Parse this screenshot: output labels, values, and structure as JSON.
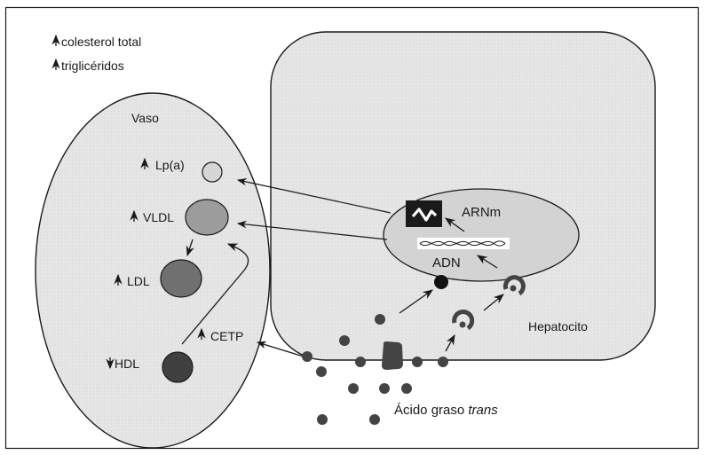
{
  "legend": {
    "items": [
      {
        "arrow": "up",
        "label": "colesterol total"
      },
      {
        "arrow": "up",
        "label": "triglicéridos"
      }
    ]
  },
  "vessel": {
    "title": "Vaso",
    "lipoproteins": [
      {
        "arrow": "up",
        "label": "Lp(a)"
      },
      {
        "arrow": "up",
        "label": "VLDL"
      },
      {
        "arrow": "up",
        "label": "LDL"
      },
      {
        "arrow": "down",
        "label": "HDL"
      }
    ],
    "cetp": {
      "arrow": "up",
      "label": "CETP"
    }
  },
  "hepatocyte": {
    "title": "Hepatocito",
    "nucleus": {
      "mrna_label": "ARNm",
      "dna_label": "ADN"
    }
  },
  "fatty_acid": {
    "label_prefix": "Ácido graso ",
    "label_italic": "trans"
  },
  "colors": {
    "cell_fill": "#e3e3e3",
    "nucleus_fill": "#d2d2d2",
    "lpa_fill": "#d6d6d6",
    "vldl_fill": "#9c9c9c",
    "ldl_fill": "#6e6e6e",
    "hdl_fill": "#404040",
    "particle_fill": "#444444",
    "stroke": "#1a1a1a"
  }
}
